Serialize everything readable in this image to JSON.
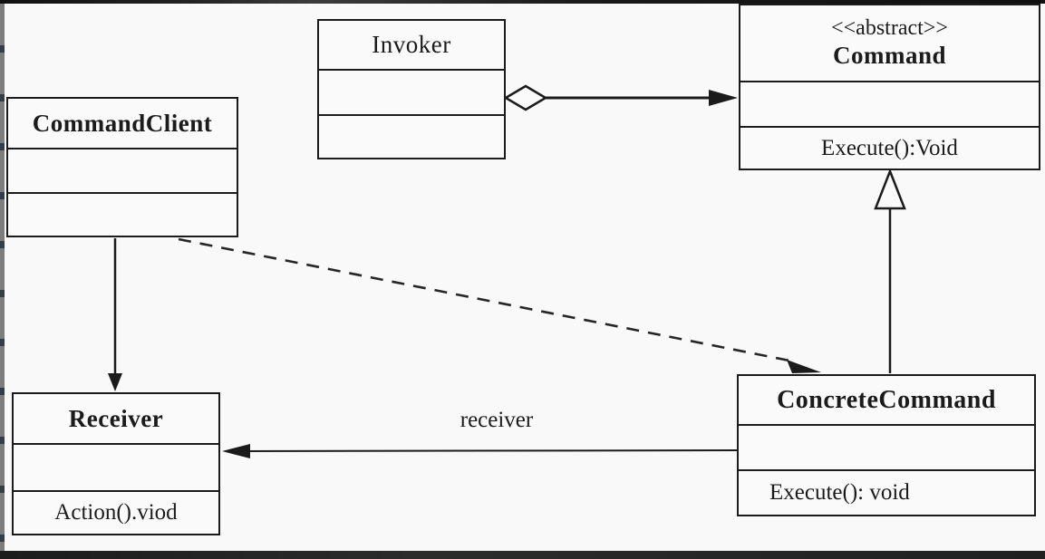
{
  "page": {
    "background": "#f9f9f9",
    "line_color": "#1b1b1b",
    "left_strip_color": "#7d7d7d",
    "top_band_color": "#171717",
    "bottom_band_color": "#222222"
  },
  "classes": {
    "command_client": {
      "name": "CommandClient"
    },
    "invoker": {
      "name": "Invoker"
    },
    "command": {
      "stereotype": "<<abstract>>",
      "name": "Command",
      "operation": "Execute():Void"
    },
    "receiver": {
      "name": "Receiver",
      "operation": "Action().viod"
    },
    "concrete_command": {
      "name": "ConcreteCommand",
      "operation": "Execute(): void"
    }
  },
  "relationships": {
    "aggregation": {
      "from": "Invoker",
      "to": "Command",
      "type": "aggregation-with-arrow"
    },
    "generalization": {
      "from": "ConcreteCommand",
      "to": "Command",
      "type": "inheritance"
    },
    "dependency": {
      "from": "CommandClient",
      "to": "ConcreteCommand",
      "type": "dashed-dependency"
    },
    "client_to_receiver": {
      "from": "CommandClient",
      "to": "Receiver",
      "type": "directed-association"
    },
    "receiver_assoc": {
      "from": "ConcreteCommand",
      "to": "Receiver",
      "type": "directed-association",
      "label": "receiver"
    }
  }
}
